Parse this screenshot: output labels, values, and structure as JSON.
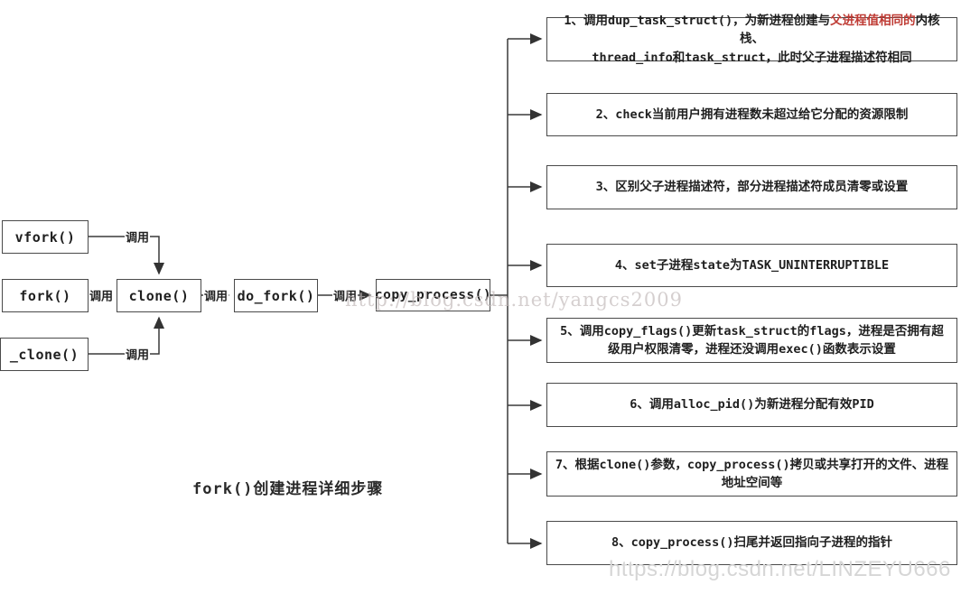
{
  "diagram": {
    "caption": "fork()创建进程详细步骤",
    "call_label": "调用",
    "left_nodes": [
      {
        "id": "vfork",
        "label": "vfork()"
      },
      {
        "id": "fork",
        "label": "fork()"
      },
      {
        "id": "_clone",
        "label": "_clone()"
      }
    ],
    "chain_nodes": [
      {
        "id": "clone",
        "label": "clone()"
      },
      {
        "id": "do_fork",
        "label": "do_fork()"
      },
      {
        "id": "copy_process",
        "label": "copy_process()"
      }
    ],
    "steps": [
      {
        "pre": "1、调用dup_task_struct()，为新进程创建与",
        "highlight": "父进程值相同的",
        "post": "内核栈、",
        "line2": "thread_info和task_struct，此时父子进程描述符相同"
      },
      {
        "text": "2、check当前用户拥有进程数未超过给它分配的资源限制"
      },
      {
        "text": "3、区别父子进程描述符，部分进程描述符成员清零或设置"
      },
      {
        "text": "4、set子进程state为TASK_UNINTERRUPTIBLE"
      },
      {
        "text": "5、调用copy_flags()更新task_struct的flags，进程是否拥有超级用户权限清零，进程还没调用exec()函数表示设置"
      },
      {
        "text": "6、调用alloc_pid()为新进程分配有效PID"
      },
      {
        "text": "7、根据clone()参数，copy_process()拷贝或共享打开的文件、进程地址空间等"
      },
      {
        "text": "8、copy_process()扫尾并返回指向子进程的指针"
      }
    ],
    "watermarks": {
      "mid": "http://blog.csdn.net/yangcs2009",
      "bottom": "https://blog.csdn.net/LINZEYU666"
    },
    "colors": {
      "highlight": "#bf3b34",
      "border": "#4a4a4a",
      "line": "#3a3a3a",
      "watermark_mid": "#c4bcbc",
      "watermark_bottom": "#d6d6d6"
    }
  }
}
